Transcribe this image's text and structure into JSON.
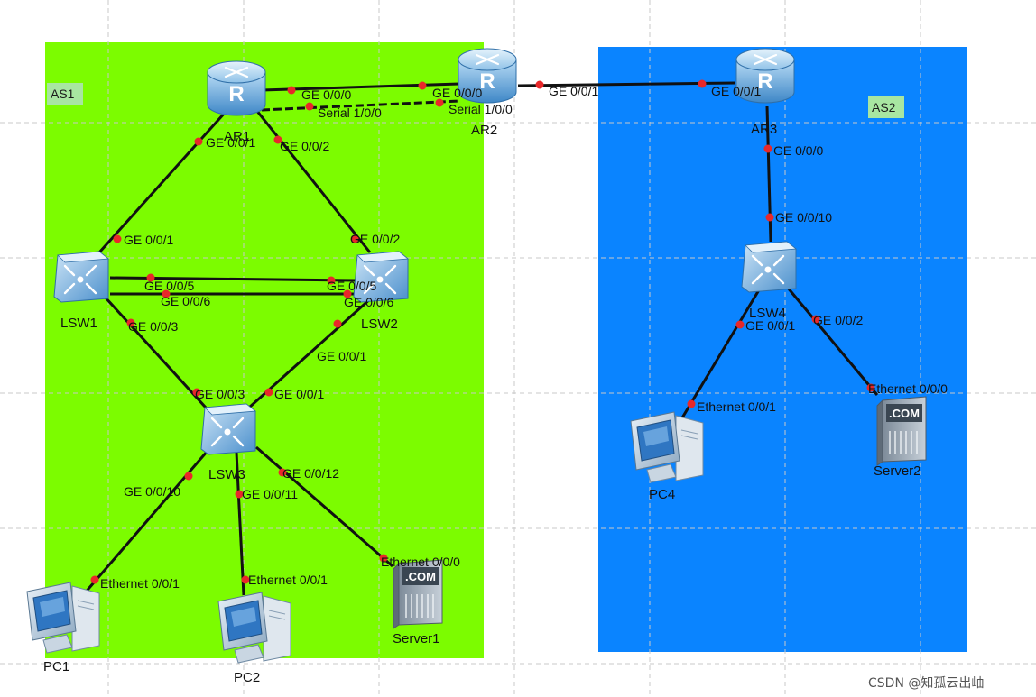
{
  "colors": {
    "as1_area": "#7cfc00",
    "as2_area": "#0a84ff",
    "link": "#111111",
    "port_dot": "#e8282a",
    "as_tag_bg": "#a8e6a1"
  },
  "areas": {
    "as1": {
      "label": "AS1"
    },
    "as2": {
      "label": "AS2"
    }
  },
  "devices": {
    "ar1": {
      "label": "AR1",
      "icon": "router-icon"
    },
    "ar2": {
      "label": "AR2",
      "icon": "router-icon"
    },
    "ar3": {
      "label": "AR3",
      "icon": "router-icon"
    },
    "lsw1": {
      "label": "LSW1",
      "icon": "switch-icon"
    },
    "lsw2": {
      "label": "LSW2",
      "icon": "switch-icon"
    },
    "lsw3": {
      "label": "LSW3",
      "icon": "switch-icon"
    },
    "lsw4": {
      "label": "LSW4",
      "icon": "switch-icon"
    },
    "pc1": {
      "label": "PC1",
      "icon": "pc-icon"
    },
    "pc2": {
      "label": "PC2",
      "icon": "pc-icon"
    },
    "pc4": {
      "label": "PC4",
      "icon": "pc-icon"
    },
    "server1": {
      "label": "Server1",
      "icon": "server-icon",
      "badge": ".COM"
    },
    "server2": {
      "label": "Server2",
      "icon": "server-icon",
      "badge": ".COM"
    }
  },
  "ports": {
    "ar1_ge000": "GE 0/0/0",
    "ar2_ge000": "GE 0/0/0",
    "ar1_serial": "Serial 1/0/0",
    "ar2_serial": "Serial 1/0/0",
    "ar2_ge001": "GE 0/0/1",
    "ar3_ge001": "GE 0/0/1",
    "ar1_ge001": "GE 0/0/1",
    "ar1_ge002": "GE 0/0/2",
    "lsw1_ge001": "GE 0/0/1",
    "lsw2_ge002": "GE 0/0/2",
    "lsw1_ge005": "GE 0/0/5",
    "lsw2_ge005": "GE 0/0/5",
    "lsw1_ge006": "GE 0/0/6",
    "lsw2_ge006": "GE 0/0/6",
    "lsw1_ge003": "GE 0/0/3",
    "lsw2_ge001": "GE 0/0/1",
    "lsw3_ge003": "GE 0/0/3",
    "lsw3_ge001": "GE 0/0/1",
    "lsw3_ge0010": "GE 0/0/10",
    "lsw3_ge0011": "GE 0/0/11",
    "lsw3_ge0012": "GE 0/0/12",
    "pc1_eth": "Ethernet 0/0/1",
    "pc2_eth": "Ethernet 0/0/1",
    "server1_eth": "Ethernet 0/0/0",
    "ar3_ge000": "GE 0/0/0",
    "lsw4_ge0010": "GE 0/0/10",
    "lsw4_ge001": "GE 0/0/1",
    "lsw4_ge002": "GE 0/0/2",
    "pc4_eth": "Ethernet 0/0/1",
    "server2_eth": "Ethernet 0/0/0"
  },
  "watermark": "CSDN @知孤云出岫"
}
